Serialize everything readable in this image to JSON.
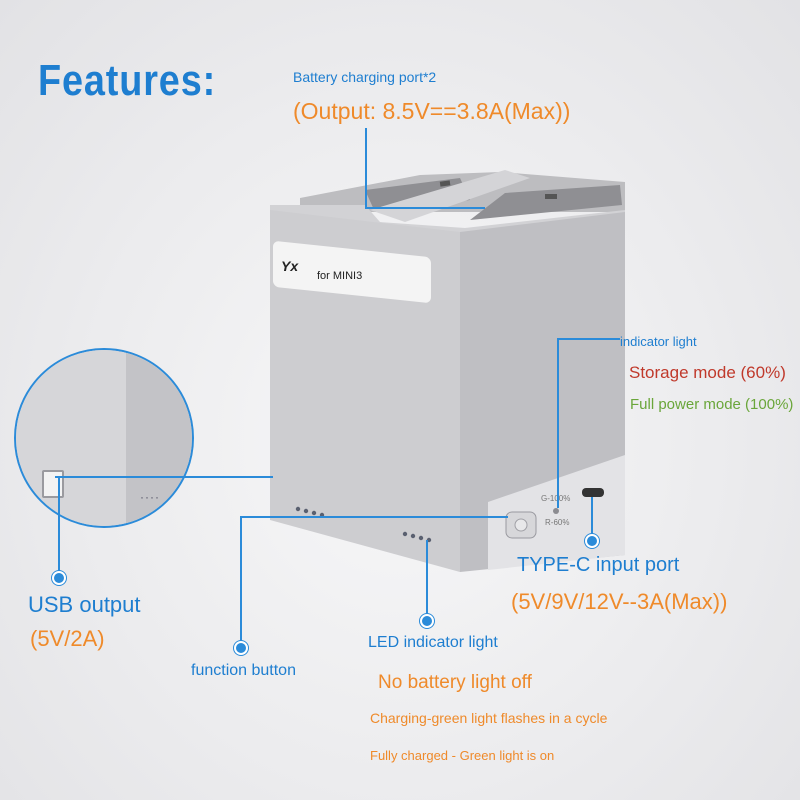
{
  "heading": {
    "title": "Features:"
  },
  "battery_port": {
    "label": "Battery charging port*2",
    "output": "(Output: 8.5V==3.8A(Max))"
  },
  "device": {
    "brand_mark": "Yx",
    "model_label": "for MINI3",
    "indicator_g": "G-100%",
    "indicator_r": "R-60%"
  },
  "indicator": {
    "label": "indicator light",
    "storage_mode": "Storage mode (60%)",
    "full_mode": "Full power mode (100%)"
  },
  "type_c": {
    "label": "TYPE-C input port",
    "spec": "(5V/9V/12V--3A(Max))"
  },
  "usb": {
    "label": "USB output",
    "spec": "(5V/2A)"
  },
  "function_button": {
    "label": "function button"
  },
  "led": {
    "label": "LED indicator light",
    "line1": "No battery light off",
    "line2": "Charging-green light flashes in a cycle",
    "line3": "Fully charged - Green light is on"
  },
  "colors": {
    "accent_blue": "#1e7ed0",
    "orange": "#ef8a2a",
    "red": "#c0392b",
    "green": "#6aa63a",
    "device_gray": "#c9c9cc"
  }
}
